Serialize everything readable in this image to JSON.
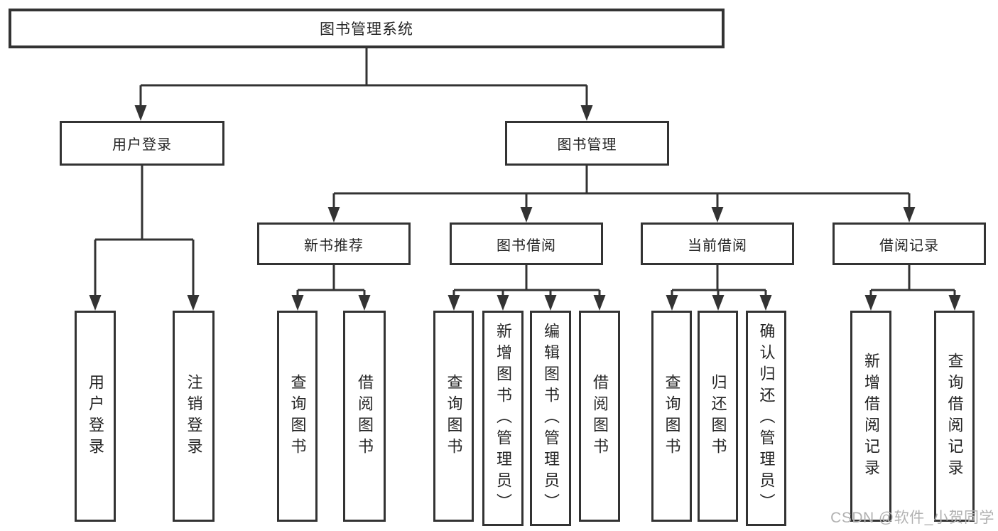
{
  "page": {
    "watermark": "CSDN @软件_小贺同学"
  },
  "diagram": {
    "root": {
      "label": "图书管理系统"
    },
    "branches": [
      {
        "label": "用户登录",
        "children": [
          {
            "label": "用户登录"
          },
          {
            "label": "注销登录"
          }
        ]
      },
      {
        "label": "图书管理",
        "children": [
          {
            "label": "新书推荐",
            "children": [
              {
                "label": "查询图书"
              },
              {
                "label": "借阅图书"
              }
            ]
          },
          {
            "label": "图书借阅",
            "children": [
              {
                "label": "查询图书"
              },
              {
                "label": "新增图书（管理员）"
              },
              {
                "label": "编辑图书（管理员）"
              },
              {
                "label": "借阅图书"
              }
            ]
          },
          {
            "label": "当前借阅",
            "children": [
              {
                "label": "查询图书"
              },
              {
                "label": "归还图书"
              },
              {
                "label": "确认归还（管理员）"
              }
            ]
          },
          {
            "label": "借阅记录",
            "children": [
              {
                "label": "新增借阅记录"
              },
              {
                "label": "查询借阅记录"
              }
            ]
          }
        ]
      }
    ]
  }
}
